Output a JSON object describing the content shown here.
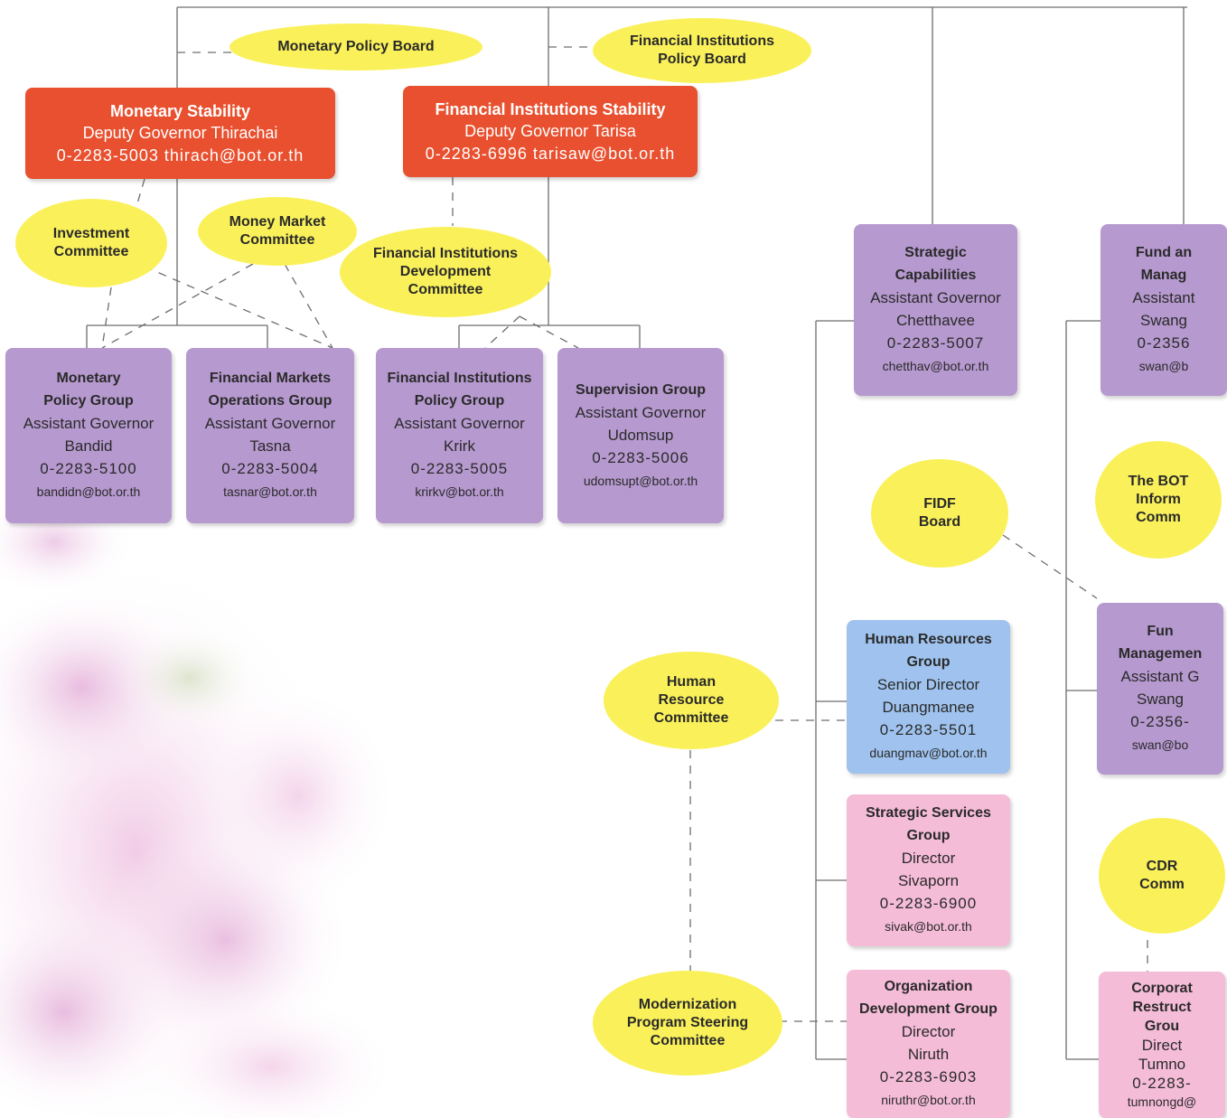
{
  "boards": {
    "monetary_policy_board": "Monetary Policy Board",
    "fi_policy_board": [
      "Financial Institutions",
      "Policy Board"
    ],
    "investment_committee": [
      "Investment",
      "Committee"
    ],
    "money_market_committee": [
      "Money Market",
      "Committee"
    ],
    "fi_dev_committee": [
      "Financial Institutions",
      "Development",
      "Committee"
    ],
    "fidf_board": [
      "FIDF",
      "Board"
    ],
    "bot_info_committee": [
      "The BOT",
      "Inform",
      "Comm"
    ],
    "cdr_committee": [
      "CDR",
      "Comm"
    ],
    "hr_committee": [
      "Human",
      "Resource",
      "Committee"
    ],
    "modernization_committee": [
      "Modernization",
      "Program Steering",
      "Committee"
    ]
  },
  "deputies": {
    "monetary_stability": {
      "title": "Monetary Stability",
      "role": "Deputy Governor  Thirachai",
      "contact": "0-2283-5003 thirach@bot.or.th"
    },
    "fi_stability": {
      "title": "Financial Institutions Stability",
      "role": "Deputy Governor  Tarisa",
      "contact": "0-2283-6996 tarisaw@bot.or.th"
    }
  },
  "groups": {
    "monetary_policy": {
      "title": [
        "Monetary",
        "Policy Group"
      ],
      "role": "Assistant Governor",
      "name": "Bandid",
      "phone": "0-2283-5100",
      "email": "bandidn@bot.or.th"
    },
    "financial_markets": {
      "title": [
        "Financial Markets",
        "Operations Group"
      ],
      "role": "Assistant Governor",
      "name": "Tasna",
      "phone": "0-2283-5004",
      "email": "tasnar@bot.or.th"
    },
    "fi_policy": {
      "title": [
        "Financial Institutions",
        "Policy Group"
      ],
      "role": "Assistant Governor",
      "name": "Krirk",
      "phone": "0-2283-5005",
      "email": "krirkv@bot.or.th"
    },
    "supervision": {
      "title": [
        "Supervision Group"
      ],
      "role": "Assistant Governor",
      "name": "Udomsup",
      "phone": "0-2283-5006",
      "email": "udomsupt@bot.or.th"
    },
    "strategic_capabilities": {
      "title": [
        "Strategic",
        "Capabilities"
      ],
      "role": "Assistant Governor",
      "name": "Chetthavee",
      "phone": "0-2283-5007",
      "email": "chetthav@bot.or.th"
    },
    "fund_top": {
      "title": [
        "Fund an",
        "Manag"
      ],
      "role": "Assistant",
      "name": "Swang",
      "phone": "0-2356",
      "email": "swan@b"
    },
    "hr": {
      "title": [
        "Human Resources",
        "Group"
      ],
      "role": "Senior Director",
      "name": "Duangmanee",
      "phone": "0-2283-5501",
      "email": "duangmav@bot.or.th"
    },
    "fund_mid": {
      "title": [
        "Fun",
        "Managemen"
      ],
      "role": "Assistant G",
      "name": "Swang",
      "phone": "0-2356-",
      "email": "swan@bo"
    },
    "strategic_services": {
      "title": [
        "Strategic Services",
        "Group"
      ],
      "role": "Director",
      "name": "Sivaporn",
      "phone": "0-2283-6900",
      "email": "sivak@bot.or.th"
    },
    "org_dev": {
      "title": [
        "Organization",
        "Development Group"
      ],
      "role": "Director",
      "name": "Niruth",
      "phone": "0-2283-6903",
      "email": "niruthr@bot.or.th"
    },
    "corporate": {
      "title": [
        "Corporat",
        "Restruct",
        "Grou"
      ],
      "role": "Direct",
      "name": "Tumno",
      "phone": "0-2283-",
      "email": "tumnongd@"
    }
  },
  "colors": {
    "deputy": "#e8502f",
    "group": "#b699cf",
    "hr": "#9fc3ee",
    "support": "#f5bcd8",
    "committee": "#faf15a"
  }
}
